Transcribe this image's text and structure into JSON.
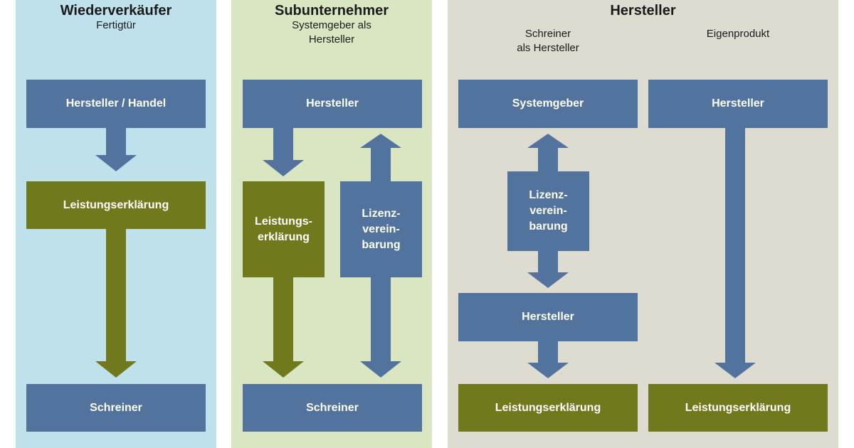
{
  "colors": {
    "panel_reseller": "#bfe1ec",
    "panel_subcontractor": "#d9e6c1",
    "panel_manufacturer": "#dedbd1",
    "blue": "#53739f",
    "olive": "#707a1c"
  },
  "columns": {
    "reseller": {
      "title": "Wiederverkäufer",
      "subtitle": "Fertigtür",
      "boxes": {
        "top": "Hersteller / Handel",
        "middle": "Leistungserklärung",
        "bottom": "Schreiner"
      }
    },
    "subcontractor": {
      "title": "Subunternehmer",
      "subtitle": "Systemgeber als\nHersteller",
      "boxes": {
        "top": "Hersteller",
        "declaration": "Leistungs-\nerklärung",
        "license": "Lizenz-\nverein-\nbarung",
        "bottom": "Schreiner"
      }
    },
    "manufacturer": {
      "title": "Hersteller",
      "left": {
        "subtitle": "Schreiner\nals Hersteller",
        "boxes": {
          "top": "Systemgeber",
          "license": "Lizenz-\nverein-\nbarung",
          "middle": "Hersteller",
          "bottom": "Leistungserklärung"
        }
      },
      "right": {
        "subtitle": "Eigenprodukt",
        "boxes": {
          "top": "Hersteller",
          "bottom": "Leistungserklärung"
        }
      }
    }
  }
}
